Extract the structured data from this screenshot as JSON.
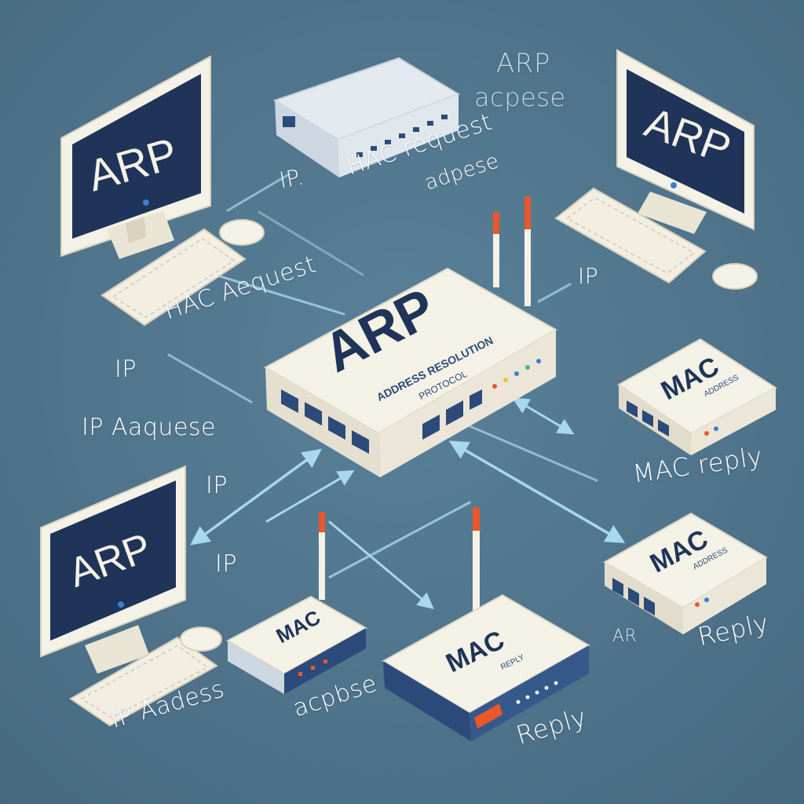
{
  "colors": {
    "background": "#4f7690",
    "screen": "#1f3458",
    "device_body": "#f4f1e6",
    "device_dark": "#2c4a7a",
    "arrow": "#a8d8ee",
    "antenna_tip": "#e8582a",
    "text": "#ffffff"
  },
  "icons": {
    "computer": "monitor-icon",
    "switch": "switch-icon",
    "router": "wireless-router-icon"
  },
  "computers": {
    "top_left": "ARP",
    "top_right": "ARP",
    "bottom_left": "ARP"
  },
  "central_switch": {
    "title": "ARP",
    "subtitle_1": "ADDRESS RESOLUTION",
    "subtitle_2": "PROTOCOL"
  },
  "devices": {
    "right_top": {
      "title": "MAC",
      "small": "ADDRESS"
    },
    "right_bottom": {
      "title": "MAC",
      "small": "ADDRESS"
    },
    "bottom_left_router": {
      "title": "MAC"
    },
    "bottom_router": {
      "title": "MAC",
      "small": "REPLY"
    }
  },
  "labels": {
    "arp_top": "ARP",
    "acpese_top": "acpese",
    "ip_mid": "IP.",
    "hac_request": "HAC request",
    "adpese_mid": "adpese",
    "ip_right": "IP",
    "hac_aequest": "HAC Aequest",
    "ip_left": "IP",
    "ip_aaquese": "IP Aaquese",
    "mac_reply": "MAC reply",
    "ip_center_1": "IP",
    "ip_center_2": "IP",
    "arp_small": "AR",
    "reply_right": "Reply",
    "ip_aadess": "IP Aadess",
    "acpbse": "acpbse",
    "reply_bottom": "Reply"
  }
}
